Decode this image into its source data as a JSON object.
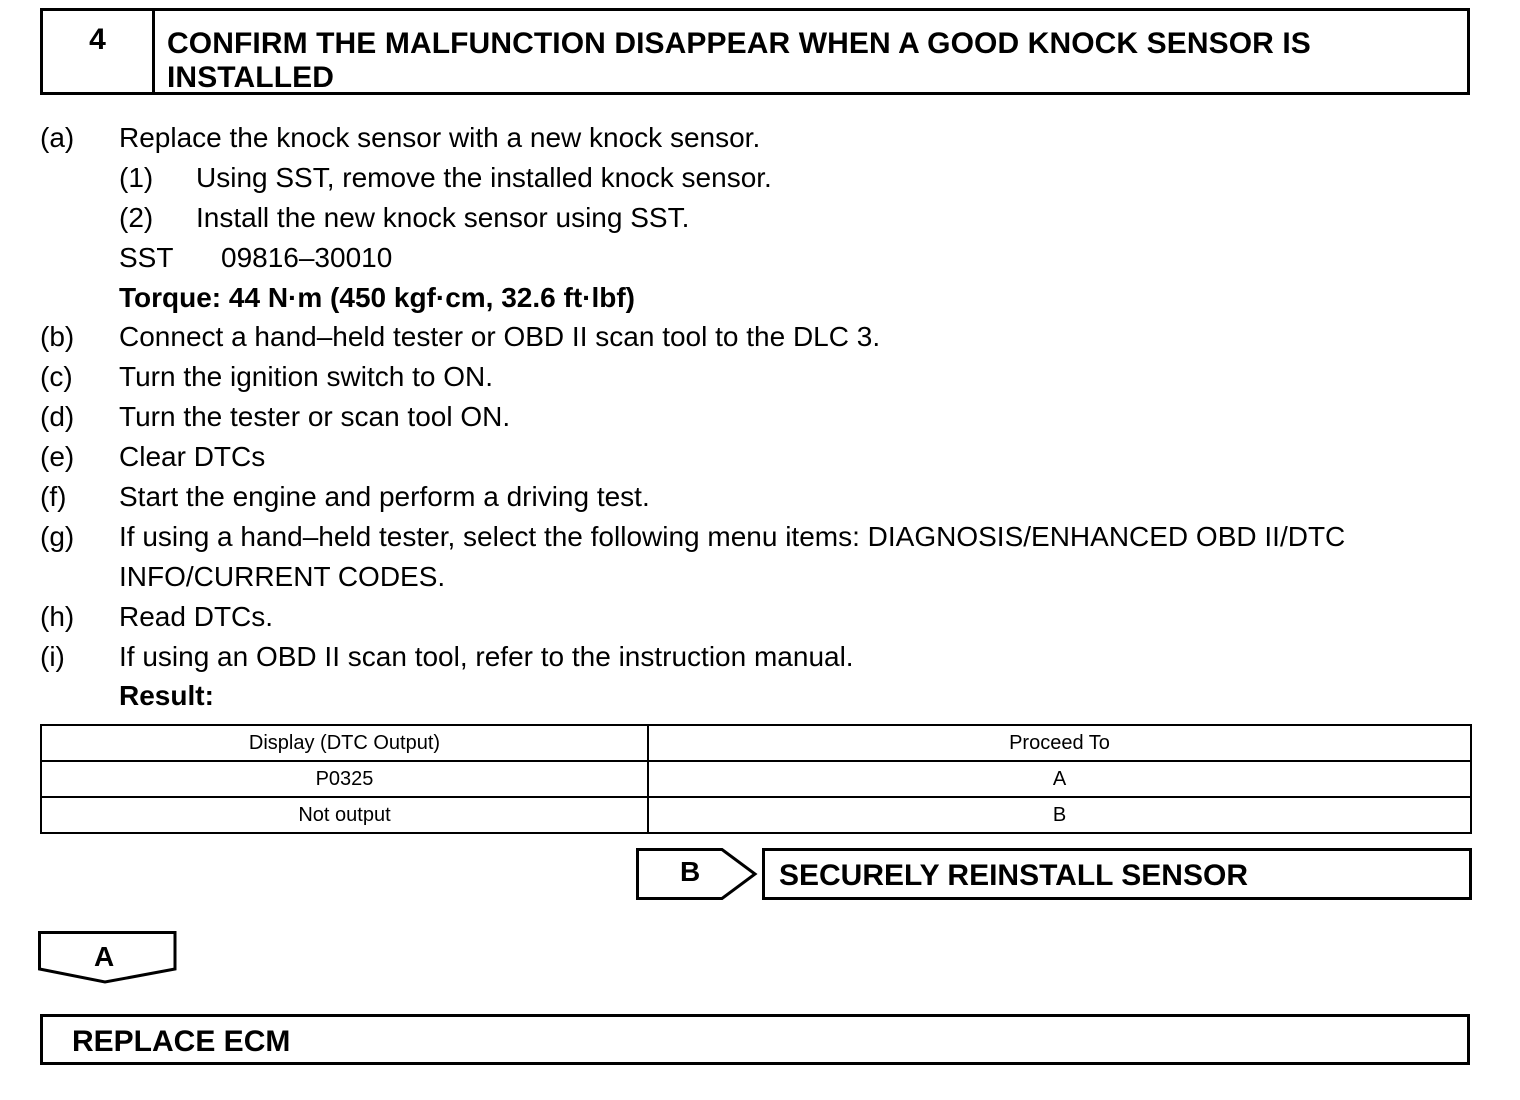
{
  "header": {
    "step_number": "4",
    "title_line1": "CONFIRM THE MALFUNCTION DISAPPEAR WHEN A GOOD KNOCK SENSOR IS",
    "title_line2": "INSTALLED"
  },
  "steps": {
    "a_label": "(a)",
    "a_text": "Replace the knock sensor with a new knock sensor.",
    "a1_label": "(1)",
    "a1_text": "Using SST, remove the installed knock sensor.",
    "a2_label": "(2)",
    "a2_text": "Install the new knock sensor using SST.",
    "sst_label": "SST",
    "sst_value": "09816–30010",
    "torque": "Torque: 44 N·m (450 kgf·cm, 32.6 ft·lbf)",
    "b_label": "(b)",
    "b_text": "Connect a hand–held tester or OBD II scan tool to the DLC 3.",
    "c_label": "(c)",
    "c_text": "Turn the ignition switch to ON.",
    "d_label": "(d)",
    "d_text": "Turn the tester or scan tool ON.",
    "e_label": "(e)",
    "e_text": "Clear DTCs",
    "f_label": "(f)",
    "f_text": "Start the engine and perform a driving test.",
    "g_label": "(g)",
    "g_text_line1": "If using a hand–held tester, select the following menu items: DIAGNOSIS/ENHANCED OBD II/DTC",
    "g_text_line2": "INFO/CURRENT CODES.",
    "h_label": "(h)",
    "h_text": "Read DTCs.",
    "i_label": "(i)",
    "i_text": "If using an OBD II scan tool, refer to the instruction manual.",
    "result_label": "Result:"
  },
  "result_table": {
    "headers": [
      "Display (DTC Output)",
      "Proceed To"
    ],
    "rows": [
      [
        "P0325",
        "A"
      ],
      [
        "Not output",
        "B"
      ]
    ]
  },
  "branch_b": {
    "letter": "B",
    "action": "SECURELY REINSTALL SENSOR"
  },
  "branch_a": {
    "letter": "A",
    "action": "REPLACE ECM"
  }
}
